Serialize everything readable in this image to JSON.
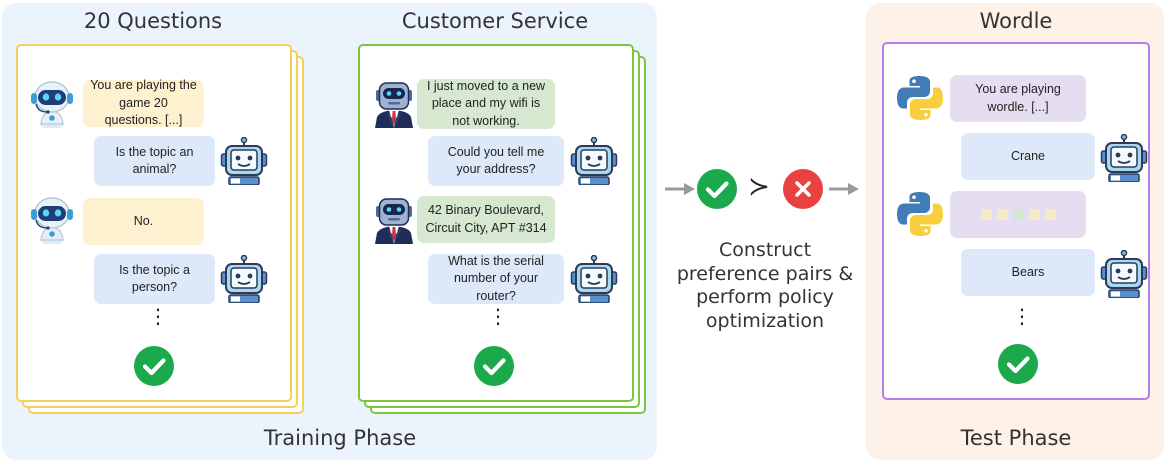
{
  "training": {
    "phase_label": "Training Phase",
    "questions": {
      "title": "20 Questions",
      "messages": [
        "You are playing the game 20 questions. [...]",
        "Is the topic an animal?",
        "No.",
        "Is the topic a person?"
      ]
    },
    "customer": {
      "title": "Customer Service",
      "messages": [
        "I just moved to a new place and my wifi is not working.",
        "Could you tell me your address?",
        "42 Binary Boulevard, Circuit City, APT #314",
        "What is the serial number of your router?"
      ]
    }
  },
  "middle": {
    "preference_symbol": "≻",
    "text": "Construct preference pairs & perform policy optimization"
  },
  "test": {
    "phase_label": "Test Phase",
    "wordle": {
      "title": "Wordle",
      "messages": [
        "You are playing wordle. [...]",
        "Crane",
        "Bears"
      ]
    }
  },
  "colors": {
    "training_bg": "#ebf3fd",
    "test_bg": "#fdf1e8",
    "questions_border": "#f3cf5b",
    "customer_border": "#7cc63f",
    "wordle_border": "#b27fe8",
    "check": "#1ba94c",
    "cross": "#e8413f",
    "feedback_squares": [
      "#f6ebc4",
      "#f6ebc4",
      "#d2e7cd",
      "#f6ebc4",
      "#f6ebc4"
    ]
  },
  "icons": [
    "robot-headset-icon",
    "robot-suit-icon",
    "ai-robot-icon",
    "python-logo-icon",
    "check-icon",
    "cross-icon",
    "arrow-right-icon",
    "vertical-ellipsis-icon"
  ]
}
